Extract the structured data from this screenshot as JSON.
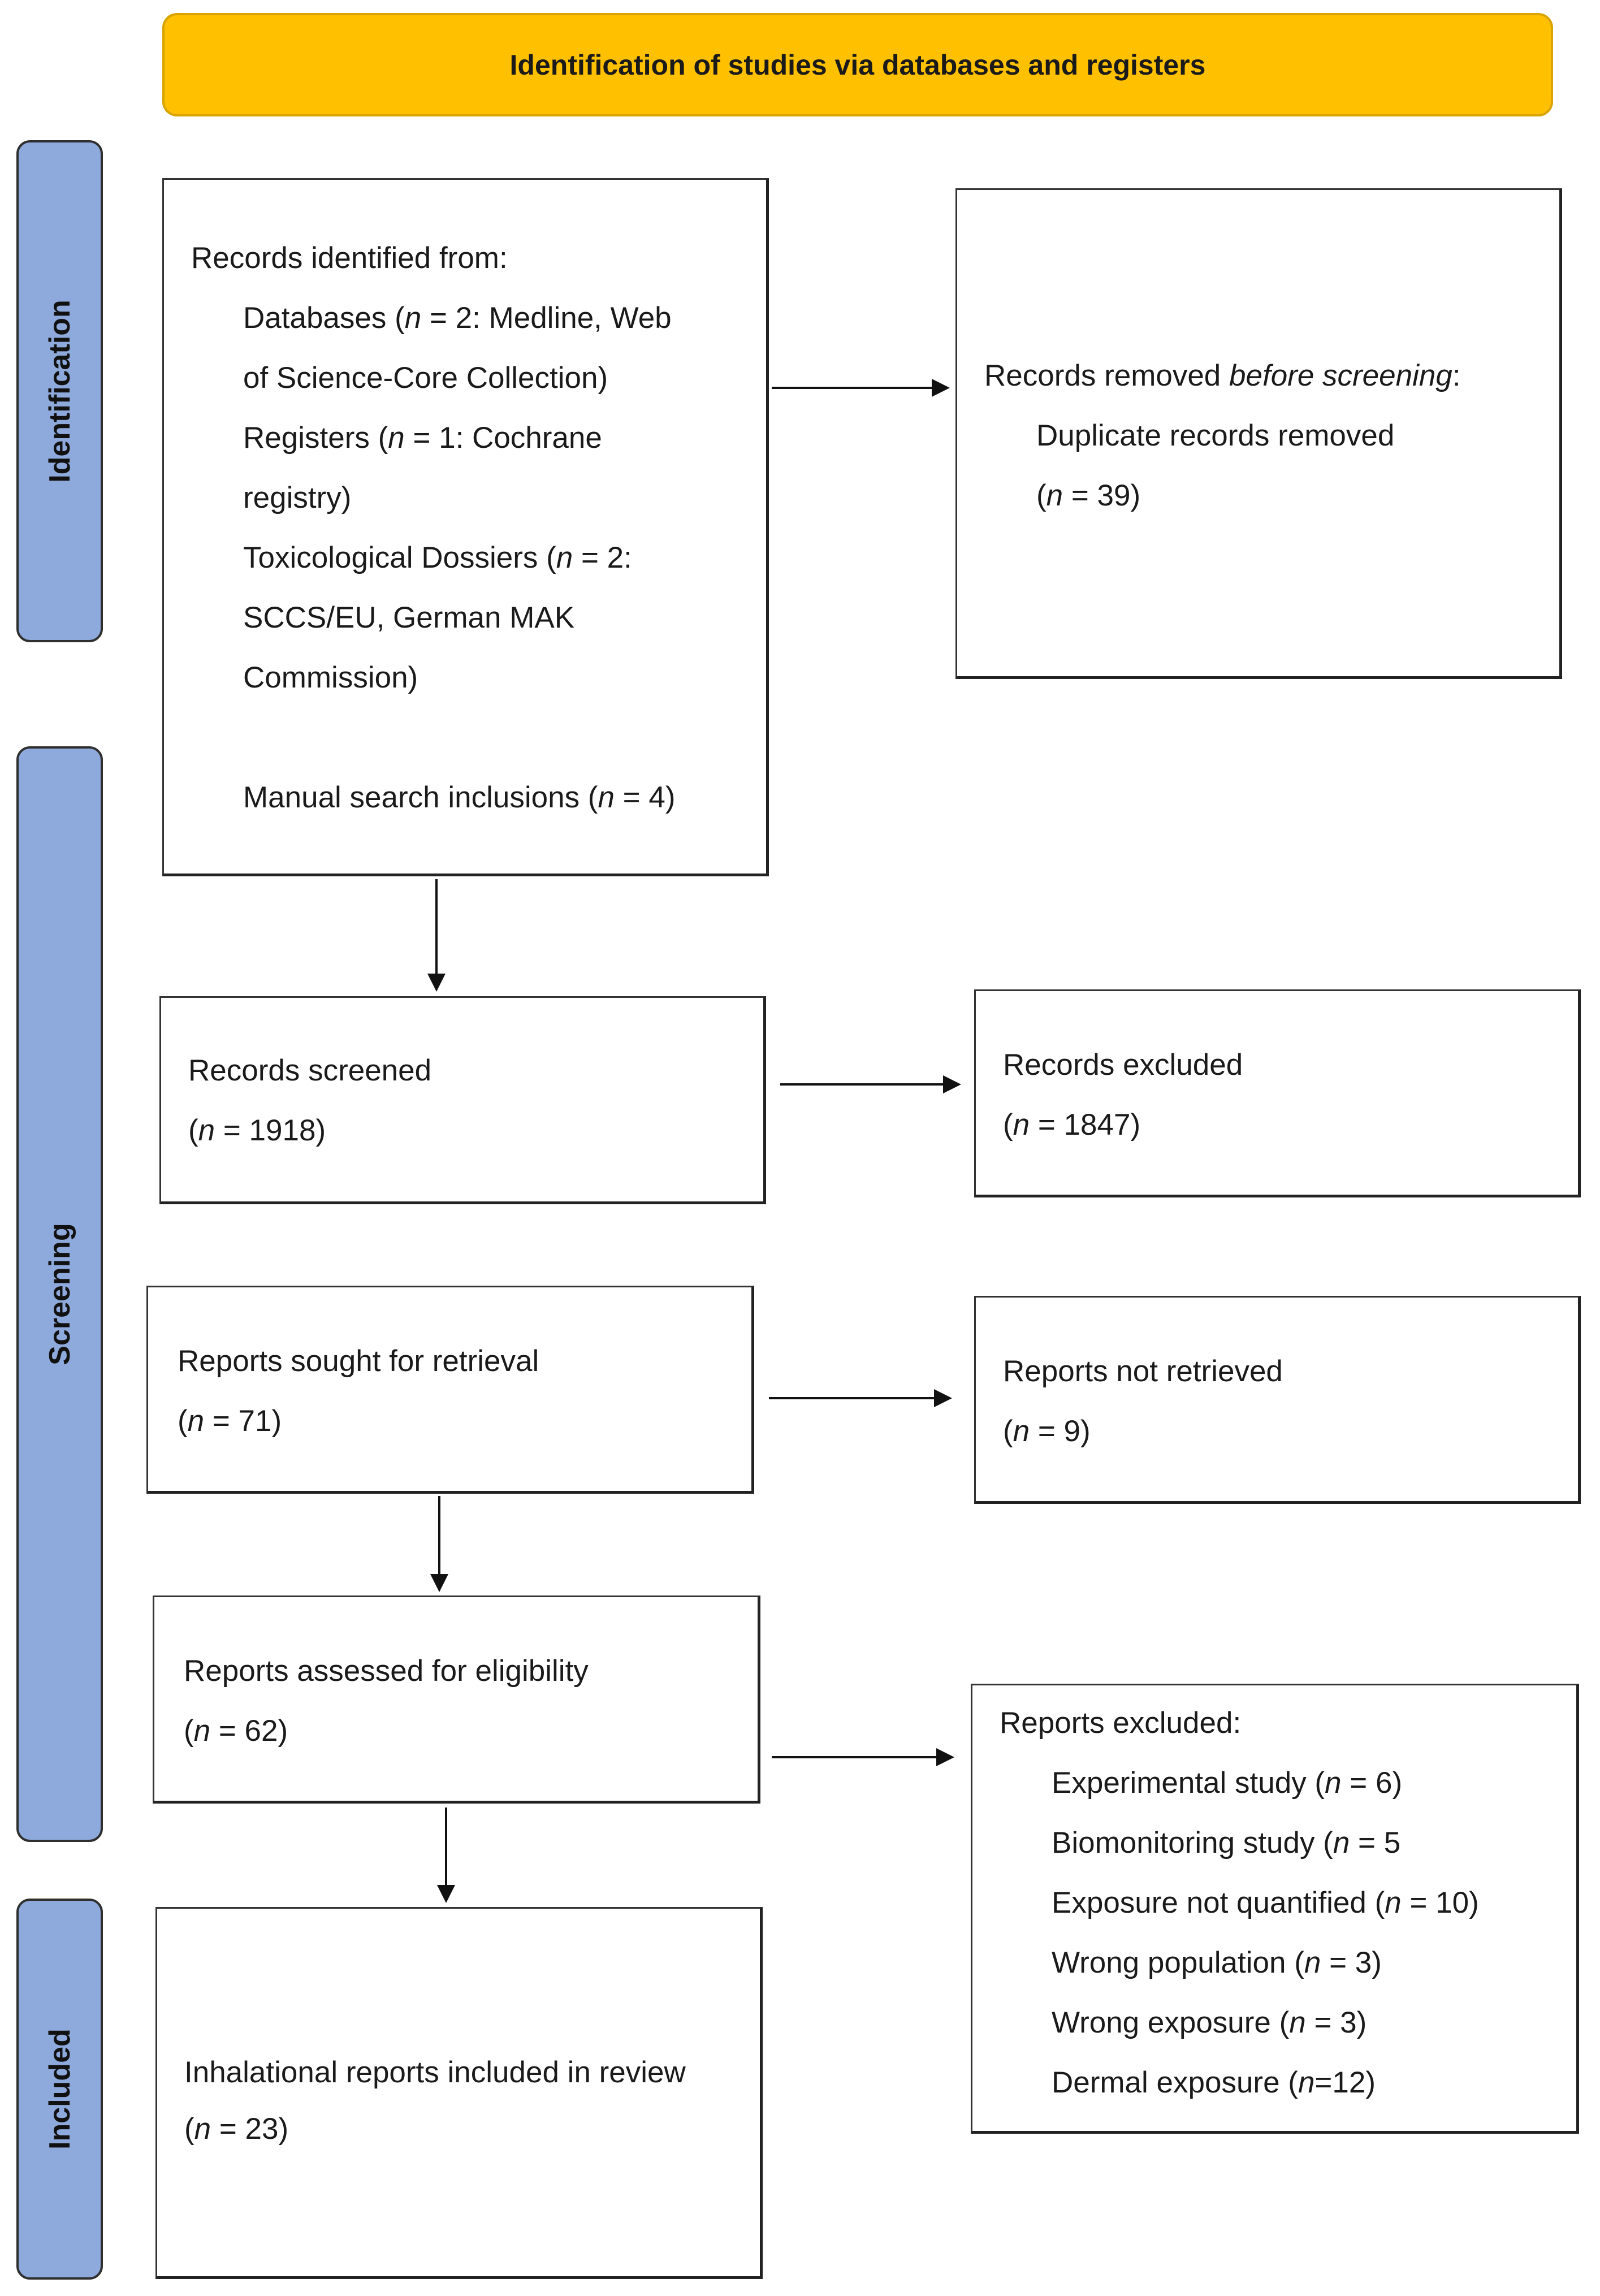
{
  "header": {
    "title": "Identification of studies via databases and registers"
  },
  "phases": {
    "identification": "Identification",
    "screening": "Screening",
    "included": "Included"
  },
  "identified": {
    "heading": "Records identified from:",
    "db_1": "Databases (",
    "db_2": " = 2: Medline, Web",
    "db_3": "of Science-Core Collection)",
    "reg_1": "Registers (",
    "reg_2": " = 1: Cochrane",
    "reg_3": "registry)",
    "tox_1": "Toxicological Dossiers (",
    "tox_2": " = 2:",
    "tox_3": "SCCS/EU, German MAK",
    "tox_4": "Commission)",
    "manual_1": "Manual search inclusions (",
    "manual_2": " = 4)"
  },
  "removed": {
    "heading_1": "Records removed ",
    "heading_em": "before screening",
    "heading_2": ":",
    "dup": "Duplicate records removed",
    "count": " = 39)"
  },
  "screened": {
    "label": "Records screened",
    "count": " = 1918)"
  },
  "excluded": {
    "label": "Records excluded",
    "count": " = 1847)"
  },
  "sought": {
    "label": "Reports sought for retrieval",
    "count": " = 71)"
  },
  "not_retrieved": {
    "label": "Reports not retrieved",
    "count": " = 9)"
  },
  "assessed": {
    "label": "Reports assessed for eligibility",
    "count": " = 62)"
  },
  "reports_excluded": {
    "heading": "Reports excluded:",
    "reasons": [
      {
        "label": "Experimental study (",
        "count": " = 6)"
      },
      {
        "label": "Biomonitoring study (",
        "count": " = 5"
      },
      {
        "label": "Exposure not quantified (",
        "count": " = 10)"
      },
      {
        "label": "Wrong population (",
        "count": " = 3)"
      },
      {
        "label": "Wrong exposure (",
        "count": " = 3)"
      },
      {
        "label": "Dermal exposure (",
        "count": "=12)"
      }
    ]
  },
  "included": {
    "label": "Inhalational reports included in review",
    "count": " = 23)"
  },
  "symbols": {
    "n": "n",
    "open": "("
  }
}
